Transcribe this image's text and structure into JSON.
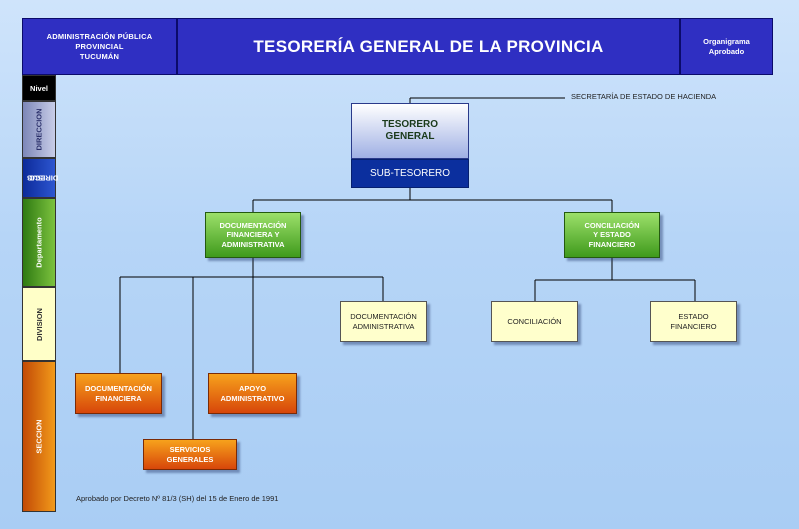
{
  "header": {
    "left_lines": [
      "ADMINISTRACIÓN PÚBLICA",
      "PROVINCIAL",
      "TUCUMÁN"
    ],
    "title": "TESORERÍA GENERAL DE LA PROVINCIA",
    "right_lines": [
      "Organigrama",
      "Aprobado"
    ]
  },
  "levels": {
    "nivel": "Nivel",
    "direccion": "DIRECCION",
    "subdireccion_lines": [
      "SUB",
      "DIRECC"
    ],
    "departamento": "Departamento",
    "division": "DIVISION",
    "seccion": "SECCION"
  },
  "nodes": {
    "secretaria": "SECRETARÍA DE ESTADO DE HACIENDA",
    "tesorero_lines": [
      "TESORERO",
      "GENERAL"
    ],
    "subtesorero": "SUB-TESORERO",
    "doc_fin_adm_lines": [
      "DOCUMENTACIÓN",
      "FINANCIERA Y",
      "ADMINISTRATIVA"
    ],
    "conc_est_lines": [
      "CONCILIACIÓN",
      "Y ESTADO",
      "FINANCIERO"
    ],
    "doc_adm_lines": [
      "DOCUMENTACIÓN",
      "ADMINISTRATIVA"
    ],
    "conciliacion": "CONCILIACIÓN",
    "est_fin_lines": [
      "ESTADO",
      "FINANCIERO"
    ],
    "doc_fin_lines": [
      "DOCUMENTACIÓN",
      "FINANCIERA"
    ],
    "apoyo_lines": [
      "APOYO",
      "ADMINISTRATIVO"
    ],
    "servicios_lines": [
      "SERVICIOS",
      "GENERALES"
    ]
  },
  "footer": {
    "note": "Aprobado por Decreto Nº 81/3 (SH) del 15 de Enero de 1991"
  },
  "colors": {
    "header": "#2f2fc2",
    "subtesorero": "#0b2f9e",
    "department": "#3f9a1c",
    "division": "#ffffcc",
    "section": "#d7460a"
  }
}
